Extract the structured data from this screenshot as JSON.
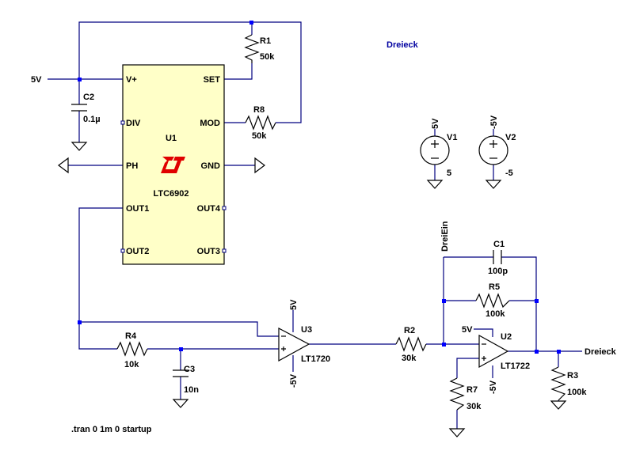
{
  "chart_data": {
    "type": "schematic",
    "title": "Dreieck",
    "directive": ".tran 0 1m 0 startup",
    "ic": {
      "ref": "U1",
      "part": "LTC6902",
      "pins": {
        "vplus": "V+",
        "div": "DIV",
        "ph": "PH",
        "out1": "OUT1",
        "out2": "OUT2",
        "set": "SET",
        "mod": "MOD",
        "gnd": "GND",
        "out4": "OUT4",
        "out3": "OUT3"
      }
    },
    "components": {
      "r1": {
        "ref": "R1",
        "value": "50k"
      },
      "r8": {
        "ref": "R8",
        "value": "50k"
      },
      "c2": {
        "ref": "C2",
        "value": "0.1µ"
      },
      "r4": {
        "ref": "R4",
        "value": "10k"
      },
      "c3": {
        "ref": "C3",
        "value": "10n"
      },
      "u3": {
        "ref": "U3",
        "part": "LT1720",
        "vpos": "5V",
        "vneg": "-5V"
      },
      "r2": {
        "ref": "R2",
        "value": "30k"
      },
      "c1": {
        "ref": "C1",
        "value": "100p"
      },
      "r5": {
        "ref": "R5",
        "value": "100k"
      },
      "u2": {
        "ref": "U2",
        "part": "LT1722",
        "vpos": "5V",
        "vneg": "-5V"
      },
      "r7": {
        "ref": "R7",
        "value": "30k"
      },
      "r3": {
        "ref": "R3",
        "value": "100k"
      },
      "v1": {
        "ref": "V1",
        "value": "5",
        "net": "5V"
      },
      "v2": {
        "ref": "V2",
        "value": "-5",
        "net": "-5V"
      }
    },
    "nets": {
      "supply": "5V",
      "dreiein": "DreiEin",
      "output": "Dreieck"
    }
  }
}
